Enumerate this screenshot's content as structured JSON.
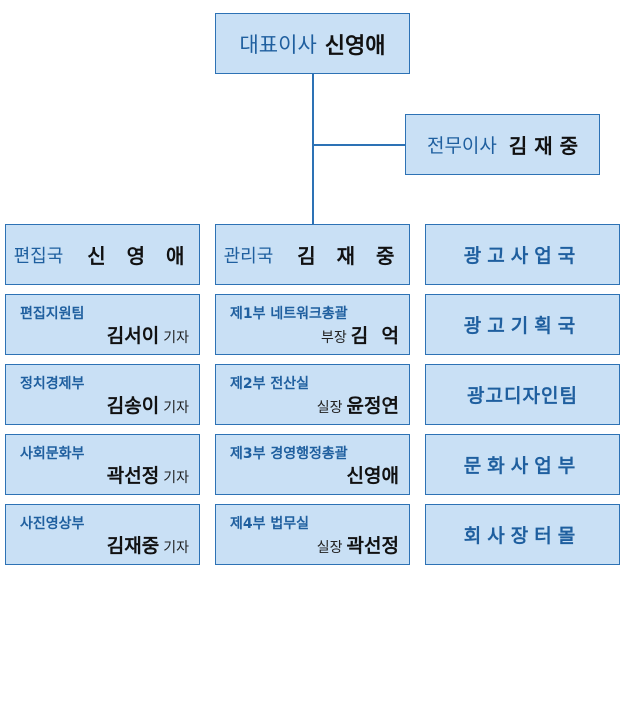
{
  "ceo": {
    "title": "대표이사",
    "name": "신영애"
  },
  "md": {
    "title": "전무이사",
    "name": "김 재 중"
  },
  "heads": [
    {
      "title": "편집국",
      "name": "신 영 애"
    },
    {
      "title": "관리국",
      "name": "김 재 중"
    },
    {
      "title": "광고사업국"
    }
  ],
  "left": [
    {
      "dept": "편집지원팀",
      "name": "김서이",
      "role": "기자"
    },
    {
      "dept": "정치경제부",
      "name": "김송이",
      "role": "기자"
    },
    {
      "dept": "사회문화부",
      "name": "곽선정",
      "role": "기자"
    },
    {
      "dept": "사진영상부",
      "name": "김재중",
      "role": "기자"
    }
  ],
  "mid": [
    {
      "dept": "제1부 네트워크총괄",
      "role": "부장",
      "name": "김  억"
    },
    {
      "dept": "제2부 전산실",
      "role": "실장",
      "name": "윤정연"
    },
    {
      "dept": "제3부 경영행정총괄",
      "role": "",
      "name": "신영애"
    },
    {
      "dept": "제4부 법무실",
      "role": "실장",
      "name": "곽선정"
    }
  ],
  "right": [
    {
      "label": "광고기획국"
    },
    {
      "label": "광고디자인팀"
    },
    {
      "label": "문화사업부"
    },
    {
      "label": "회사장터몰"
    }
  ]
}
